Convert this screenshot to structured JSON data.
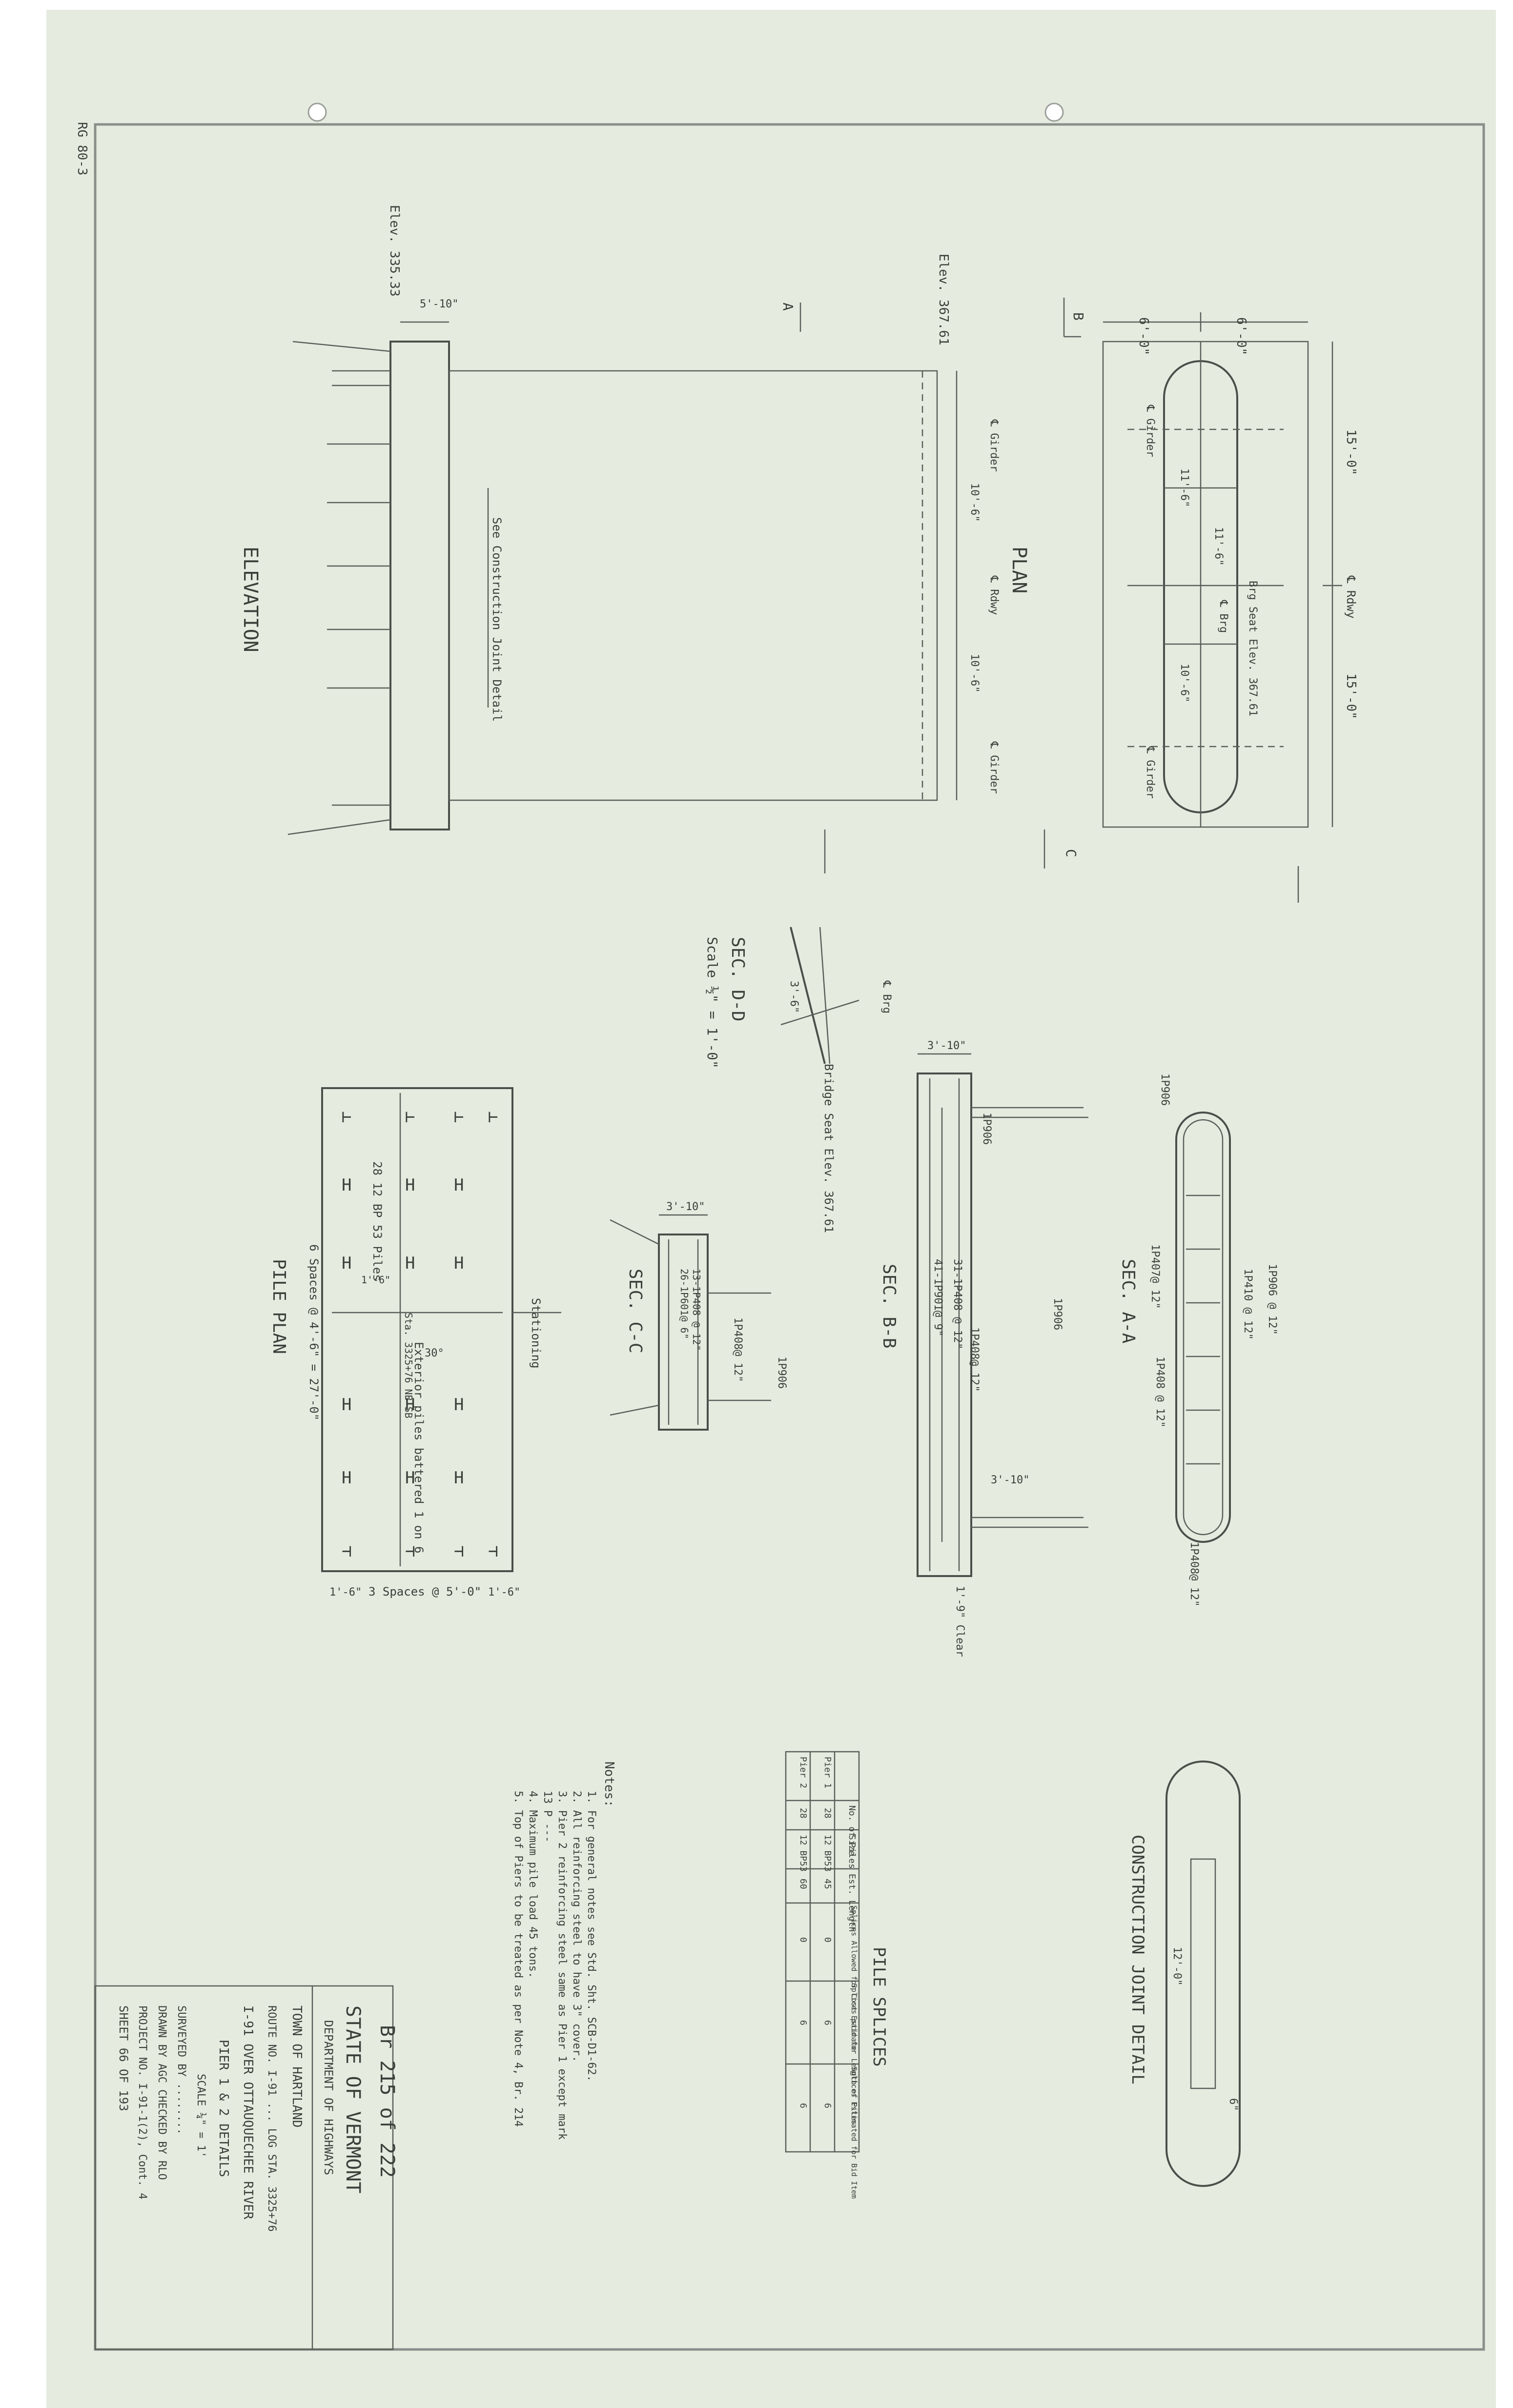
{
  "colors": {
    "paper": "#e6ebe0",
    "ink": "#3a3f3a",
    "border": "#8a8f8a"
  },
  "top_plan": {
    "title": "PLAN",
    "rdwy_label": "℄ Rdwy",
    "dim_top_left": "6'-0\"",
    "dim_top_right": "6'-0\"",
    "dim_right_top": "15'-0\"",
    "dim_right_bottom": "15'-0\"",
    "girder_left": "℄ Girder",
    "girder_right": "℄ Girder",
    "brg_label": "℄ Brg",
    "elev_note": "Elev. 367.61",
    "seat_elev": "Brg Seat Elev. 367.61",
    "dim_a": "11'-6\"",
    "dim_b": "10'-6\"",
    "dim_c": "11'-6\"",
    "dim_d": "10'-6\"",
    "cut_b": "B",
    "cut_c": "C"
  },
  "elevation": {
    "title": "ELEVATION",
    "elev_top": "Elev. 367.61",
    "elev_bottom": "Elev. 335.33",
    "dim_top": "5'-10\"",
    "joint_note": "See Construction Joint Detail",
    "girder_left": "℄ Girder",
    "girder_right": "℄ Girder",
    "rdwy": "℄ Rdwy",
    "dim_left": "10'-6\"",
    "dim_right": "10'-6\"",
    "cut_a": "A"
  },
  "sec_dd": {
    "title": "SEC. D-D",
    "scale": "Scale ½\" = 1'-0\"",
    "seat_note": "Bridge Seat Elev. 367.61",
    "brg_label": "℄ Brg",
    "dim": "3'-6\""
  },
  "sec_aa": {
    "title": "SEC. A-A",
    "bar1": "1P906",
    "bar2": "1P906 @ 12\"",
    "bar3": "1P410 @ 12\"",
    "bar4": "1P407@ 12\"",
    "bar5": "1P408 @ 12\"",
    "bar6": "1P408@ 12\""
  },
  "sec_bb": {
    "title": "SEC. B-B",
    "dim_top": "3'-10\"",
    "bar1": "1P906",
    "bar2": "31-1P408 @ 12\"",
    "bar3": "41-1P901@ 9\"",
    "bar4": "1P408@ 12\"",
    "bar5": "1P906",
    "dim_bottom": "3'-10\"",
    "footer_note": "1'-9\" Clear"
  },
  "sec_cc": {
    "title": "SEC. C-C",
    "dim_top": "3'-10\"",
    "bar1": "13-1P408 @ 12\"",
    "bar2": "26-1P601@ 6\"",
    "bar3": "1P906",
    "bar4": "1P408@ 12\""
  },
  "pile_plan": {
    "title": "PILE PLAN",
    "pile_note": "28 12 BP 53 Piles",
    "battered_note": "Exterior piles battered 1 on 6",
    "spacing_long": "6 Spaces @ 4'-6\" = 27'-0\"",
    "spacing_short": "3 Spaces @ 5'-0\"",
    "edge_left": "1'-6\"",
    "edge_right": "1'-6\"",
    "stationing": "Stationing",
    "angle": "30°",
    "station_note": "Sta. 3325+76 NB SB",
    "dim_small": "1'-6\""
  },
  "construction_joint": {
    "title": "CONSTRUCTION JOINT DETAIL",
    "dim_long": "12'-0\"",
    "dim_short": "6\""
  },
  "pile_splices": {
    "title": "PILE SPLICES",
    "headers": [
      "",
      "No. of Piles",
      "Size",
      "Est. Length",
      "Splices Allowed for Cost Estimate",
      "Splices paid for Length of Piles",
      "Splices Estimated for Bid Item"
    ],
    "rows": [
      [
        "Pier 1",
        "28",
        "12 BP53",
        "45",
        "0",
        "6",
        "6"
      ],
      [
        "Pier 2",
        "28",
        "12 BP53",
        "60",
        "0",
        "6",
        "6"
      ]
    ]
  },
  "notes": {
    "title": "Notes:",
    "items": [
      "1. For general notes see Std. Sht. SCB-D1-62.",
      "2. All reinforcing steel to have 3\" cover.",
      "3. Pier 2 reinforcing steel same as Pier 1 except mark",
      "   13 P ---",
      "4. Maximum pile load 45 tons.",
      "5. Top of Piers to be treated as per Note 4, Br. 214"
    ]
  },
  "title_block": {
    "bridge_no": "Br 215 of 222",
    "state": "STATE OF VERMONT",
    "department": "DEPARTMENT OF HIGHWAYS",
    "town": "TOWN OF HARTLAND",
    "route": "ROUTE NO. I-91 ... LOG STA. 3325+76",
    "crossing": "I-91 OVER OTTAUQUECHEE RIVER",
    "sheet_title": "PIER 1 & 2 DETAILS",
    "scale": "SCALE ¼\" = 1'",
    "surveyed": "SURVEYED BY ........",
    "drawn": "DRAWN BY AGC  CHECKED BY RLO",
    "project": "PROJECT NO. I-91-1(2), Cont. 4",
    "sheet": "SHEET 66 OF 193"
  },
  "margin_stamp": "RG 80-3"
}
